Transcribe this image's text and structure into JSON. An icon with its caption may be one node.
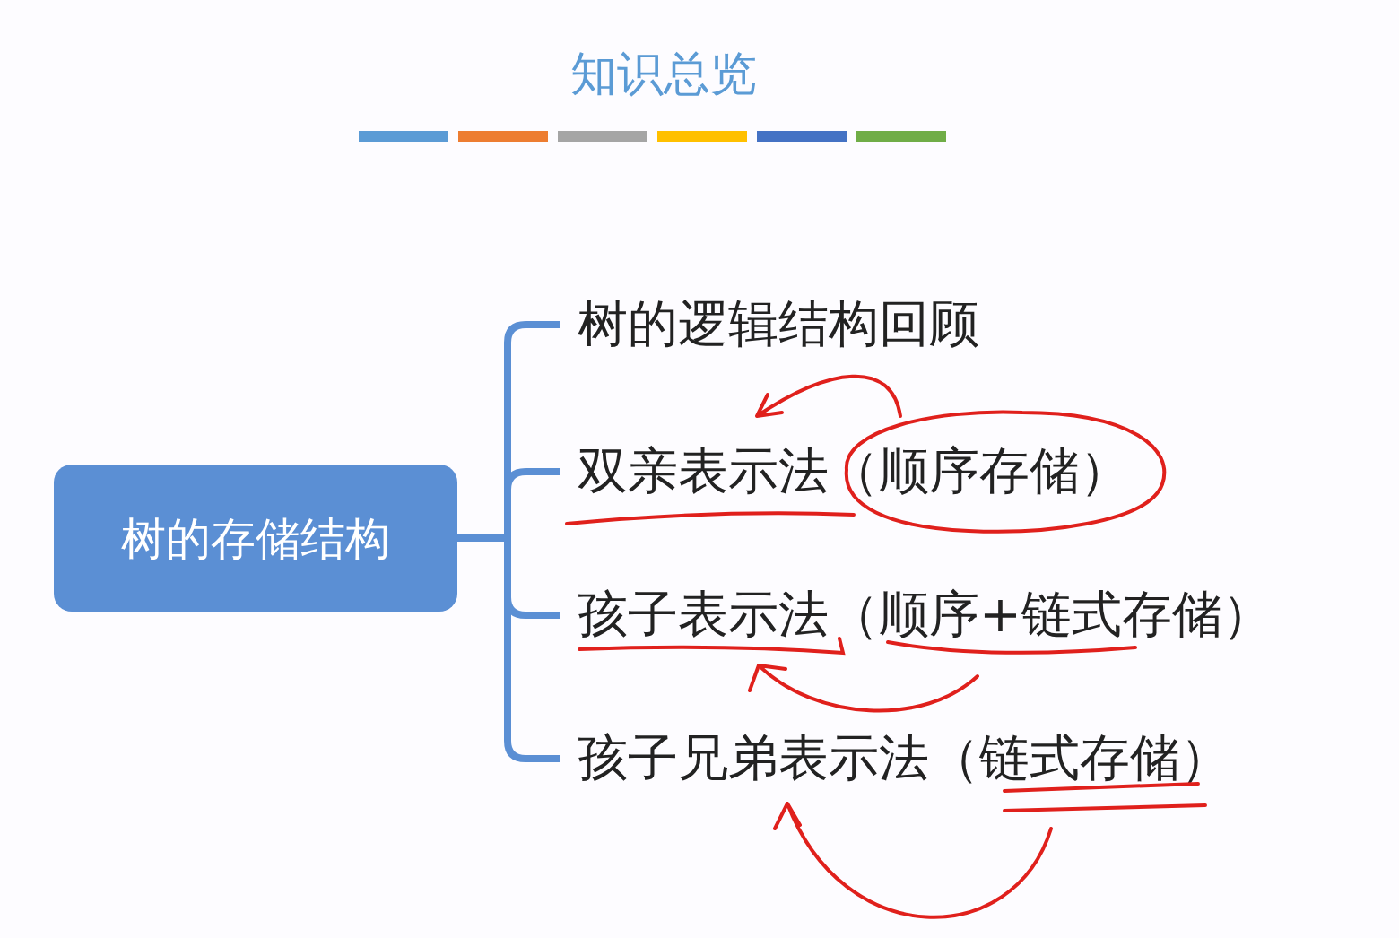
{
  "diagram": {
    "title": "知识总览",
    "nodes": [
      {
        "text": [
          "树的存储结构"
        ]
      },
      {
        "text": [
          "树的逻辑结构回顾"
        ]
      },
      {
        "text": [
          "双亲表示法（顺序存储）"
        ]
      },
      {
        "text": [
          "孩子表示法（顺序+链式存储）"
        ]
      },
      {
        "text": [
          "孩子兄弟表示法（链式存储）"
        ]
      }
    ],
    "edges": [
      {
        "from": 0,
        "to": 1,
        "arrow": "none"
      },
      {
        "from": 0,
        "to": 2,
        "arrow": "none"
      },
      {
        "from": 0,
        "to": 3,
        "arrow": "none"
      },
      {
        "from": 0,
        "to": 4,
        "arrow": "none"
      }
    ]
  }
}
